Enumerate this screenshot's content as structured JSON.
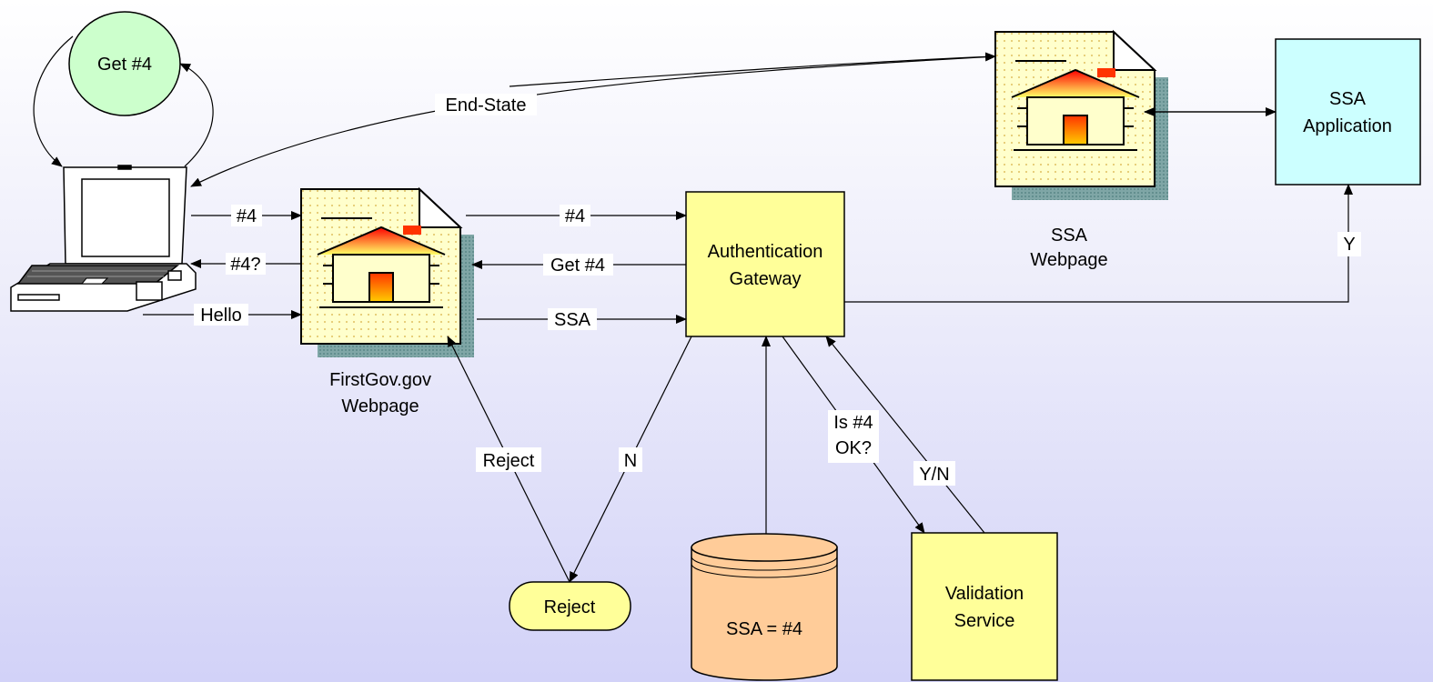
{
  "colors": {
    "circle_fill": "#ccffcc",
    "document_fill": "#ffffcc",
    "gateway_fill": "#ffff99",
    "application_fill": "#ccffff",
    "database_fill": "#ffcc99",
    "validation_fill": "#ffff99",
    "reject_fill": "#ffff99"
  },
  "nodes": {
    "get4_circle": "Get #4",
    "firstgov_caption_line1": "FirstGov.gov",
    "firstgov_caption_line2": "Webpage",
    "gateway_line1": "Authentication",
    "gateway_line2": "Gateway",
    "ssa_page_caption_line1": "SSA",
    "ssa_page_caption_line2": "Webpage",
    "ssa_app_line1": "SSA",
    "ssa_app_line2": "Application",
    "database": "SSA = #4",
    "validation_line1": "Validation",
    "validation_line2": "Service",
    "reject_terminal": "Reject"
  },
  "edges": {
    "end_state": "End-State",
    "laptop_to_firstgov": "#4",
    "firstgov_to_laptop": "#4?",
    "hello": "Hello",
    "firstgov_to_gateway": "#4",
    "gateway_to_firstgov": "Get #4",
    "ssa": "SSA",
    "gateway_to_app": "Y",
    "gateway_to_reject": "N",
    "reject_to_firstgov": "Reject",
    "is4ok_line1": "Is #4",
    "is4ok_line2": "OK?",
    "yn": "Y/N"
  },
  "icons": [
    "laptop-icon",
    "webpage-document-icon",
    "house-icon",
    "database-icon"
  ]
}
